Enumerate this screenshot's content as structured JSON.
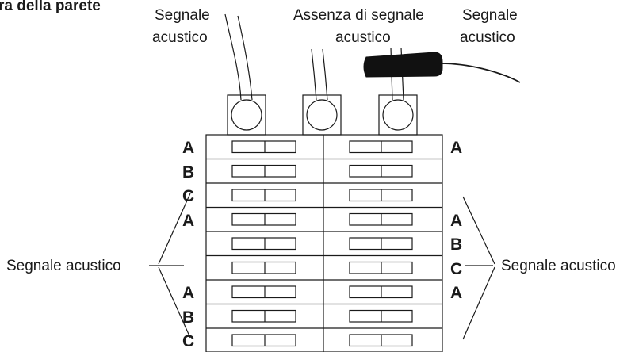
{
  "title": "ra della parete",
  "top_labels": [
    {
      "line1": "Segnale",
      "line2": "acustico"
    },
    {
      "line1": "Assenza di segnale",
      "line2": "acustico"
    },
    {
      "line1": "Segnale",
      "line2": "acustico"
    }
  ],
  "side_labels": {
    "left": "Segnale acustico",
    "right": "Segnale acustico"
  },
  "left_letters": [
    "A",
    "B",
    "C",
    "A",
    "",
    "",
    "A",
    "B",
    "C"
  ],
  "right_letters": [
    "A",
    "",
    "",
    "A",
    "B",
    "C",
    "A",
    "",
    ""
  ],
  "colors": {
    "line": "#1a1a1a",
    "tester": "#111111",
    "background": "#ffffff"
  }
}
